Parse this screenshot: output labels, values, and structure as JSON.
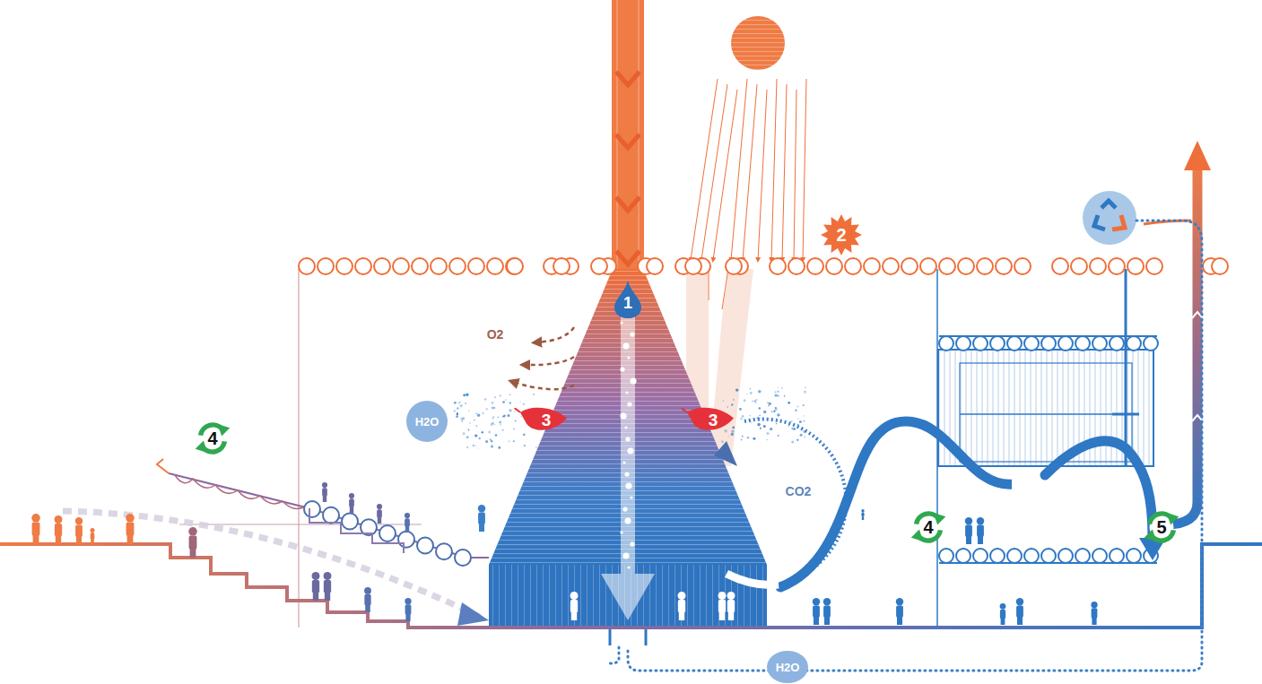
{
  "diagram": {
    "nodes": [
      {
        "text": [
          "2"
        ]
      },
      {
        "text": [
          "1"
        ]
      },
      {
        "text": [
          "H2O"
        ]
      },
      {
        "text": [
          "3"
        ]
      },
      {
        "text": [
          "3"
        ]
      },
      {
        "text": [
          "4"
        ]
      },
      {
        "text": [
          "4"
        ]
      },
      {
        "text": [
          "5"
        ]
      },
      {
        "text": [
          "H2O"
        ]
      }
    ],
    "labels": [
      "O2",
      "CO2"
    ]
  }
}
